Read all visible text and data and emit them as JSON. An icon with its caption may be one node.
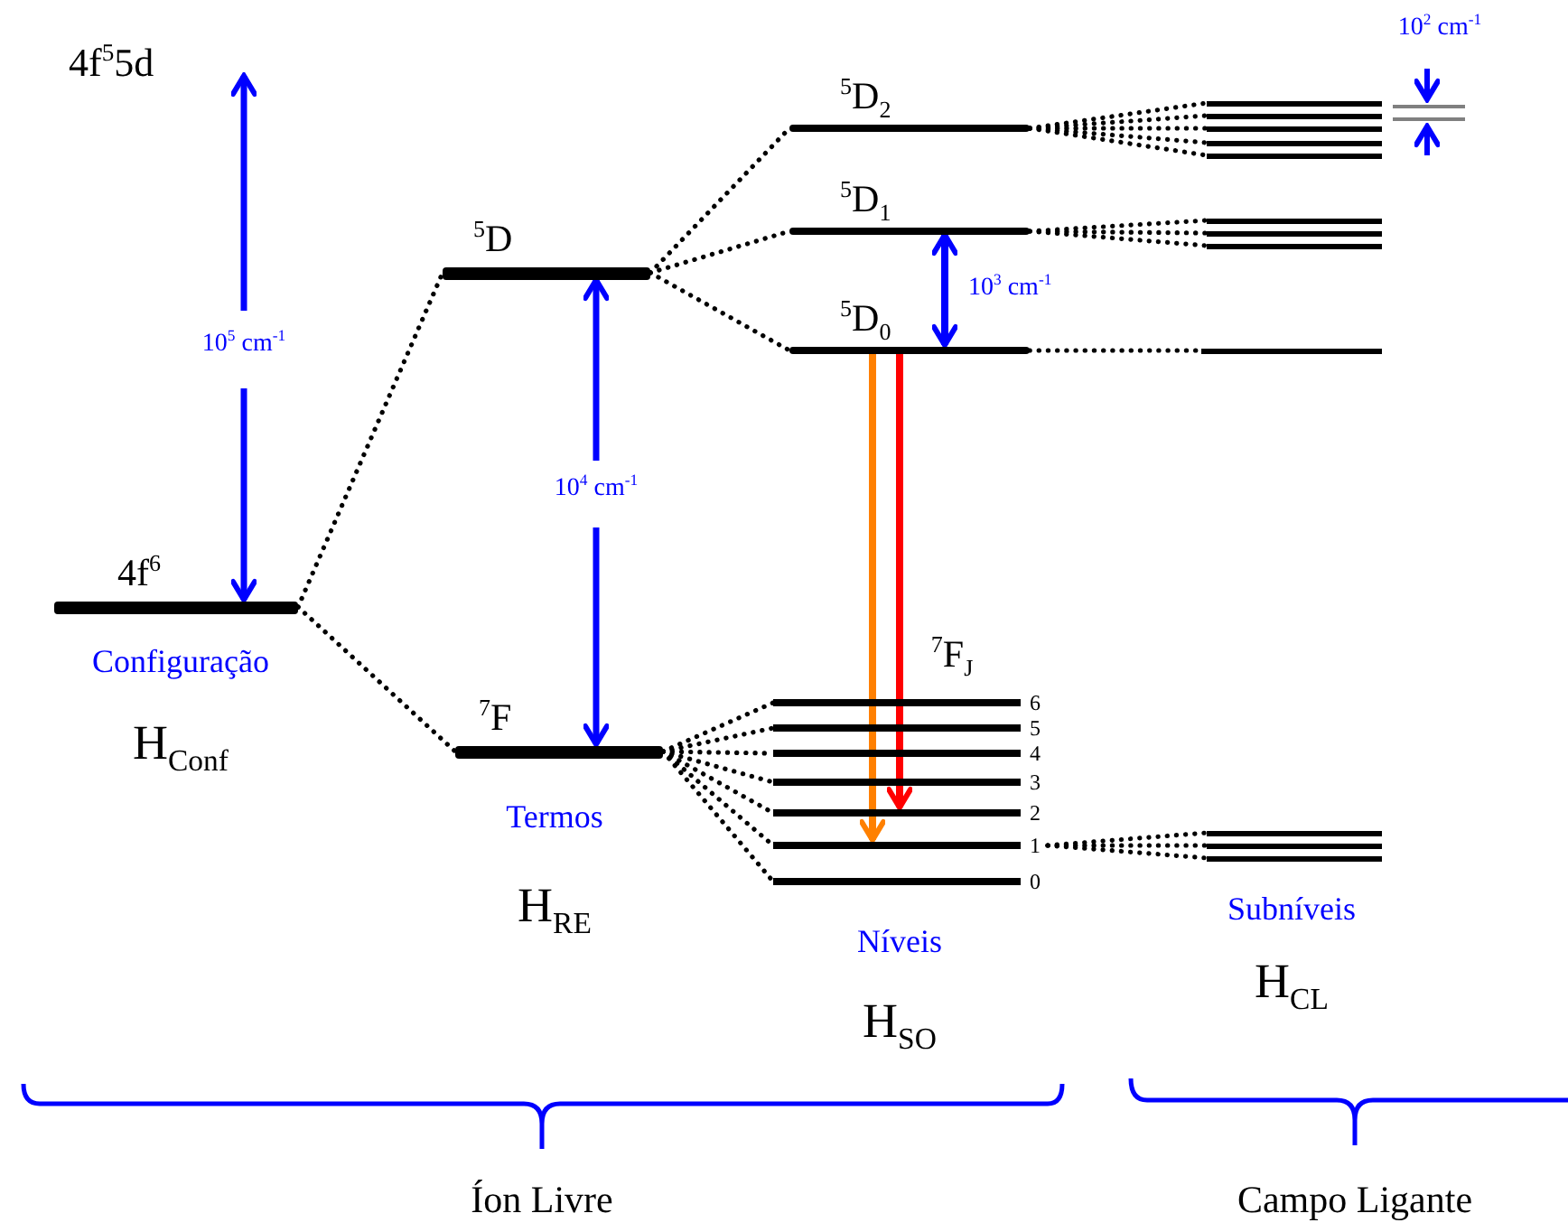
{
  "diagram": {
    "nodes": [
      {
        "text": [
          "4f$^{6}$"
        ]
      },
      {
        "text": [
          "$^{5}$D"
        ]
      },
      {
        "text": [
          "$^{7}$F"
        ]
      },
      {
        "text": [
          "$^{5}$D$_{2}$"
        ]
      },
      {
        "text": [
          "$^{5}$D$_{1}$"
        ]
      },
      {
        "text": [
          "$^{5}$D$_{0}$"
        ]
      },
      {
        "text": [
          "6"
        ]
      },
      {
        "text": [
          "5"
        ]
      },
      {
        "text": [
          "4"
        ]
      },
      {
        "text": [
          "3"
        ]
      },
      {
        "text": [
          "2"
        ]
      },
      {
        "text": [
          "1"
        ]
      },
      {
        "text": [
          "0"
        ]
      },
      {
        "text": [],
        "shape": "bar"
      },
      {
        "text": [],
        "shape": "bar"
      },
      {
        "text": [],
        "shape": "bar"
      },
      {
        "text": [],
        "shape": "bar"
      },
      {
        "text": [],
        "shape": "bar"
      },
      {
        "text": [],
        "shape": "bar"
      },
      {
        "text": [],
        "shape": "bar"
      },
      {
        "text": [],
        "shape": "bar"
      },
      {
        "text": [],
        "shape": "bar"
      },
      {
        "text": [],
        "shape": "bar"
      },
      {
        "text": [],
        "shape": "bar"
      },
      {
        "text": [],
        "shape": "bar"
      }
    ],
    "edges": [
      {
        "from": 0,
        "to": 1,
        "arrow": "none",
        "style": "dashed"
      },
      {
        "from": 0,
        "to": 2,
        "arrow": "none",
        "style": "dashed"
      },
      {
        "from": 1,
        "to": 3,
        "arrow": "none",
        "style": "dashed"
      },
      {
        "from": 1,
        "to": 4,
        "arrow": "none",
        "style": "dashed"
      },
      {
        "from": 1,
        "to": 5,
        "arrow": "none",
        "style": "dashed"
      },
      {
        "from": 2,
        "to": 6,
        "arrow": "none",
        "style": "dashed"
      },
      {
        "from": 2,
        "to": 7,
        "arrow": "none",
        "style": "dashed"
      },
      {
        "from": 2,
        "to": 8,
        "arrow": "none",
        "style": "dashed"
      },
      {
        "from": 2,
        "to": 9,
        "arrow": "none",
        "style": "dashed"
      },
      {
        "from": 2,
        "to": 10,
        "arrow": "none",
        "style": "dashed"
      },
      {
        "from": 2,
        "to": 11,
        "arrow": "none",
        "style": "dashed"
      },
      {
        "from": 2,
        "to": 12,
        "arrow": "none",
        "style": "dashed"
      },
      {
        "from": 3,
        "to": 13,
        "arrow": "none",
        "style": "dashed"
      },
      {
        "from": 3,
        "to": 14,
        "arrow": "none",
        "style": "dashed"
      },
      {
        "from": 3,
        "to": 15,
        "arrow": "none",
        "style": "dashed"
      },
      {
        "from": 3,
        "to": 16,
        "arrow": "none",
        "style": "dashed"
      },
      {
        "from": 3,
        "to": 17,
        "arrow": "none",
        "style": "dashed"
      },
      {
        "from": 4,
        "to": 18,
        "arrow": "none",
        "style": "dashed"
      },
      {
        "from": 4,
        "to": 19,
        "arrow": "none",
        "style": "dashed"
      },
      {
        "from": 4,
        "to": 20,
        "arrow": "none",
        "style": "dashed"
      },
      {
        "from": 5,
        "to": 21,
        "arrow": "none",
        "style": "dashed"
      },
      {
        "from": 11,
        "to": 22,
        "arrow": "none",
        "style": "dashed"
      },
      {
        "from": 11,
        "to": 23,
        "arrow": "none",
        "style": "dashed"
      },
      {
        "from": 11,
        "to": 24,
        "arrow": "none",
        "style": "dashed"
      },
      {
        "from": 5,
        "to": 11,
        "arrow": "to",
        "color": "#ff8000"
      },
      {
        "from": 5,
        "to": 10,
        "arrow": "to",
        "color": "#ff0000"
      },
      {
        "from": 4,
        "to": 5,
        "arrow": "both",
        "color": "#0000ff"
      }
    ],
    "labels": [
      "4f$^{5}$5d",
      "10$^{2}$ cm$^{-1}$",
      "10$^{5}$ cm$^{-1}$",
      "10$^{3}$ cm$^{-1}$",
      "10$^{4}$ cm$^{-1}$",
      "Configuração",
      "$^{7}$F$_{J}$",
      "H$_{Conf}$",
      "Termos",
      "H$_{RE}$",
      "Subníveis",
      "Níveis",
      "H$_{CL}$",
      "H$_{SO}$",
      "Íon Livre",
      "Campo Ligante"
    ]
  }
}
